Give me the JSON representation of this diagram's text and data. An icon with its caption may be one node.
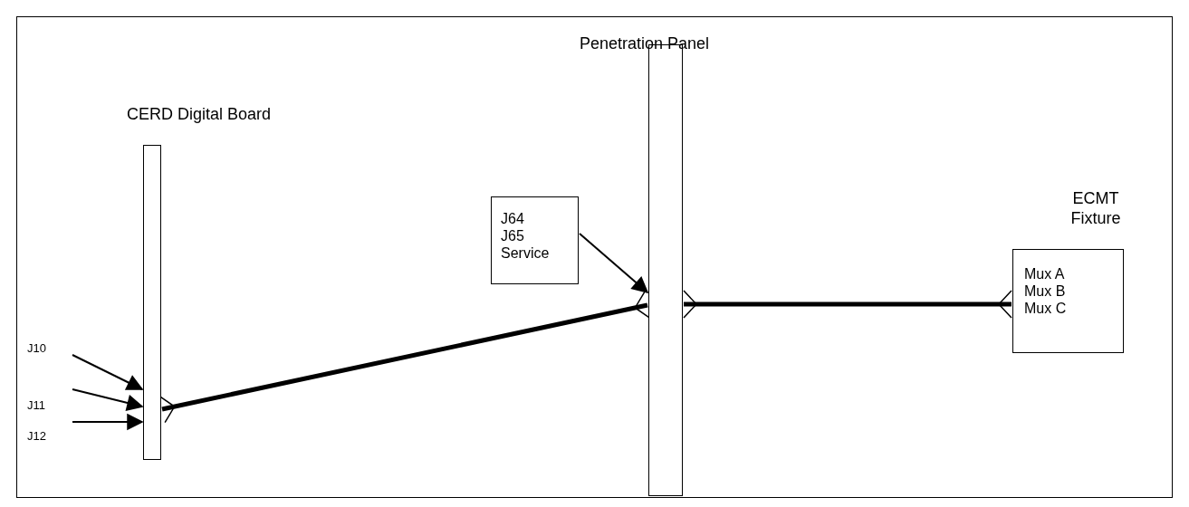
{
  "diagram": {
    "nodes": [
      {
        "text": [
          "CERD Digital Board"
        ]
      },
      {
        "text": [
          "Penetration Panel"
        ]
      },
      {
        "text": [
          "J64 J65 Service"
        ]
      },
      {
        "text": [
          "ECMT Fixture",
          "Mux A Mux B Mux C"
        ]
      },
      {
        "text": [
          "J10"
        ]
      },
      {
        "text": [
          "J11"
        ]
      },
      {
        "text": [
          "J12"
        ]
      }
    ],
    "edges": [
      {
        "from": 4,
        "to": 0,
        "arrow": "to"
      },
      {
        "from": 5,
        "to": 0,
        "arrow": "to"
      },
      {
        "from": 6,
        "to": 0,
        "arrow": "to"
      },
      {
        "from": 0,
        "to": 1,
        "arrow": "other",
        "style": "thick"
      },
      {
        "from": 2,
        "to": 1,
        "arrow": "to"
      },
      {
        "from": 1,
        "to": 3,
        "arrow": "other",
        "style": "thick"
      }
    ]
  }
}
